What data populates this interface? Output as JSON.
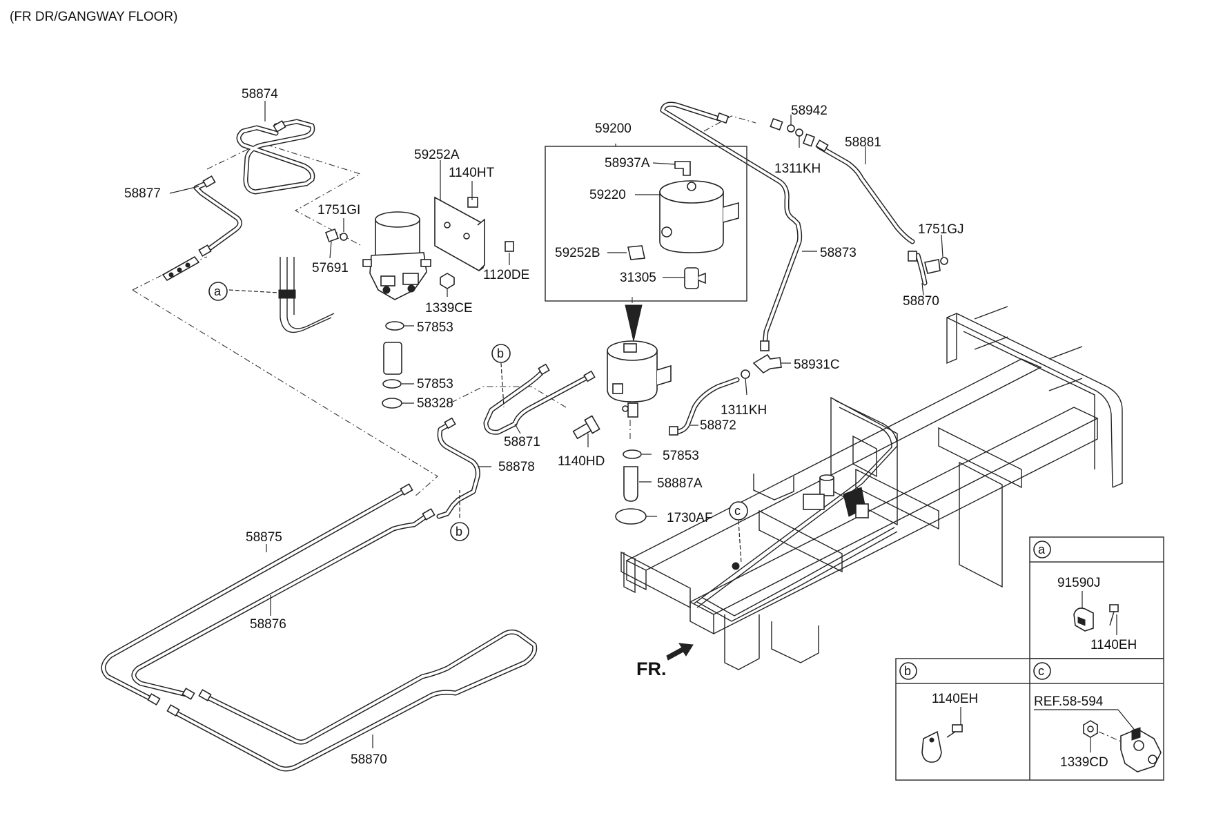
{
  "title": "(FR DR/GANGWAY FLOOR)",
  "direction_label": "FR.",
  "labels": {
    "p58874": "58874",
    "p58877": "58877",
    "p59252A": "59252A",
    "p1140HT": "1140HT",
    "p1751GI": "1751GI",
    "p57691": "57691",
    "p1120DE": "1120DE",
    "p1339CE": "1339CE",
    "p57853a": "57853",
    "p57853b": "57853",
    "p58328": "58328",
    "p59200": "59200",
    "p58937A": "58937A",
    "p59220": "59220",
    "p59252B": "59252B",
    "p31305": "31305",
    "p58942": "58942",
    "p1311KHa": "1311KH",
    "p58881": "58881",
    "p1751GJ": "1751GJ",
    "p58873": "58873",
    "p58870a": "58870",
    "p58931C": "58931C",
    "p1311KHb": "1311KH",
    "p58872": "58872",
    "p58871": "58871",
    "p1140HD": "1140HD",
    "p57853c": "57853",
    "p58887A": "58887A",
    "p1730AF": "1730AF",
    "p58878": "58878",
    "p58875": "58875",
    "p58876": "58876",
    "p58870b": "58870"
  },
  "callouts": {
    "a": "a",
    "b": "b",
    "c": "c"
  },
  "detail_panels": {
    "a": {
      "letter": "a",
      "part1": "91590J",
      "part2": "1140EH"
    },
    "b": {
      "letter": "b",
      "part1": "1140EH"
    },
    "c": {
      "letter": "c",
      "ref": "REF.58-594",
      "part1": "1339CD"
    }
  }
}
